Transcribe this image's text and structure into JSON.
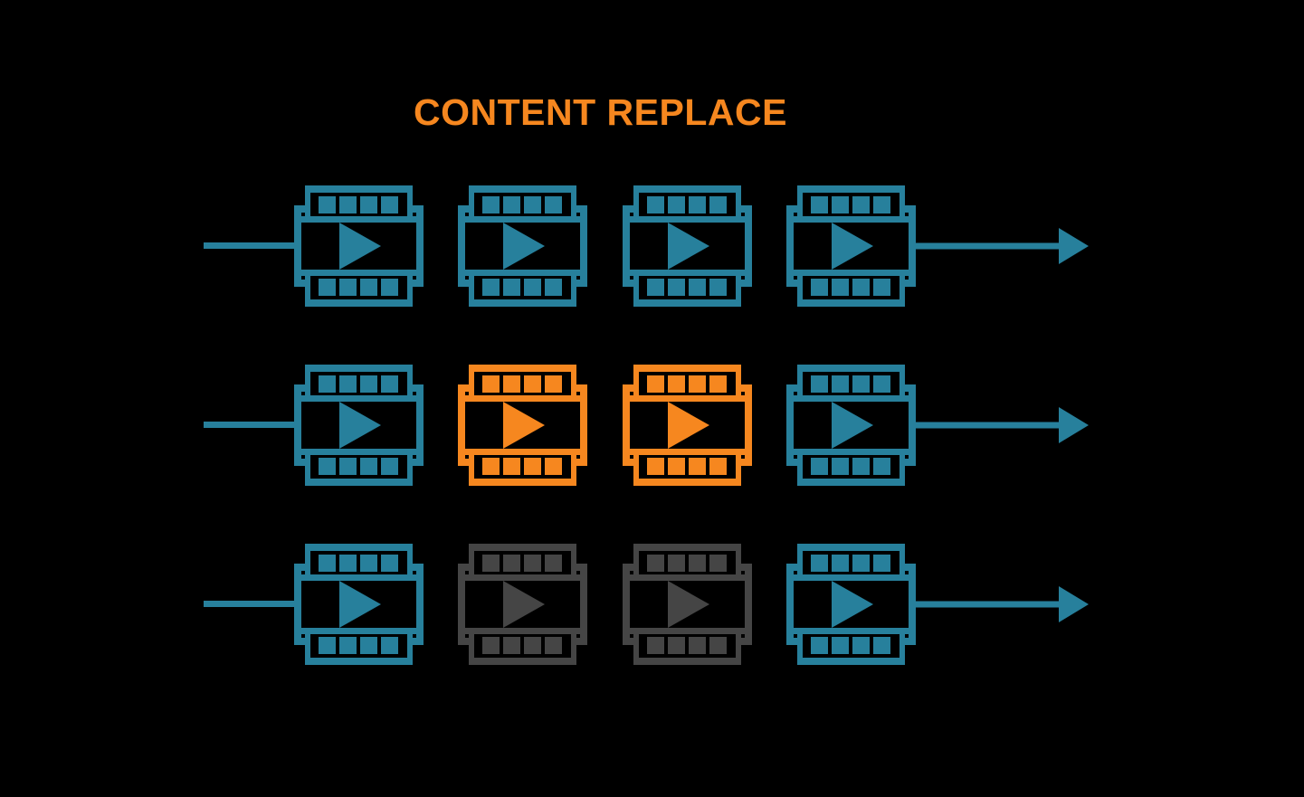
{
  "title": {
    "text": "CONTENT REPLACE"
  },
  "palette": {
    "teal": "#27809C",
    "orange": "#F6871F",
    "gray": "#454545",
    "background": "#000000"
  },
  "diagram": {
    "rows": [
      {
        "id": "sequence-original",
        "connector_color": "#27809C",
        "frames": [
          {
            "state": "original",
            "color": "#27809C"
          },
          {
            "state": "original",
            "color": "#27809C"
          },
          {
            "state": "original",
            "color": "#27809C"
          },
          {
            "state": "original",
            "color": "#27809C"
          }
        ]
      },
      {
        "id": "sequence-replaced",
        "connector_color": "#27809C",
        "frames": [
          {
            "state": "original",
            "color": "#27809C"
          },
          {
            "state": "replaced",
            "color": "#F6871F"
          },
          {
            "state": "replaced",
            "color": "#F6871F"
          },
          {
            "state": "original",
            "color": "#27809C"
          }
        ]
      },
      {
        "id": "sequence-removed",
        "connector_color": "#27809C",
        "frames": [
          {
            "state": "original",
            "color": "#27809C"
          },
          {
            "state": "removed",
            "color": "#454545"
          },
          {
            "state": "removed",
            "color": "#454545"
          },
          {
            "state": "original",
            "color": "#27809C"
          }
        ]
      }
    ]
  }
}
